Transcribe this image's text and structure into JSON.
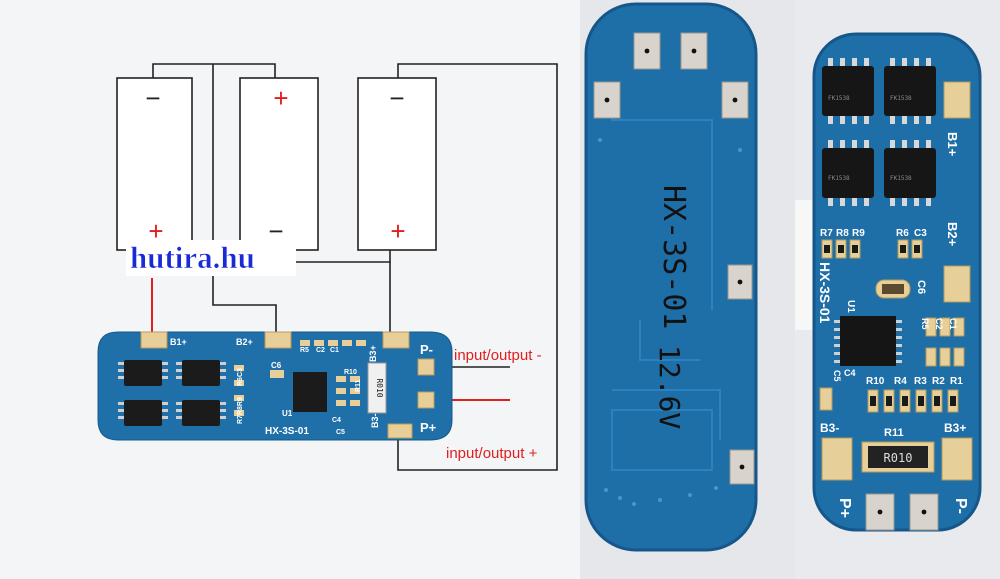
{
  "watermark": "hutira.hu",
  "diagram": {
    "cells": [
      {
        "top_sign": "−",
        "bottom_sign": "+"
      },
      {
        "top_sign": "+",
        "bottom_sign": "−"
      },
      {
        "top_sign": "−",
        "bottom_sign": "+"
      }
    ],
    "output_labels": {
      "minus": "input/output -",
      "plus": "input/output +"
    }
  },
  "small_board": {
    "pad_labels": {
      "b1": "B1+",
      "b2": "B2+",
      "b3_top": "B3+",
      "b3_bottom": "B3-",
      "p_minus": "P-",
      "p_plus": "P+"
    },
    "component_labels": {
      "c6": "C6",
      "u1": "U1",
      "r5": "R5",
      "r6c3": "R6C3",
      "r7r8r9": "R7R8R9",
      "r10": "R10",
      "r11": "R11",
      "c5": "C5",
      "c4": "C4",
      "c1": "C1",
      "c2": "C2"
    },
    "resistor_code": "R010",
    "model": "HX-3S-01"
  },
  "back_board": {
    "model": "HX-3S-01",
    "voltage": "12.6V"
  },
  "front_board": {
    "pad_labels": {
      "b1": "B1+",
      "b2": "B2+",
      "b3_left": "B3-",
      "b3_right": "B3+",
      "p_plus": "P+",
      "p_minus": "P-"
    },
    "component_labels": {
      "r7": "R7",
      "r8": "R8",
      "r9": "R9",
      "r6": "R6",
      "c3": "C3",
      "c6": "C6",
      "u1": "U1",
      "r5": "R5",
      "c2": "C2",
      "c1": "C1",
      "c4": "C4",
      "c5": "C5",
      "r10": "R10",
      "r4": "R4",
      "r3": "R3",
      "r2": "R2",
      "r1": "R1",
      "r11": "R11"
    },
    "resistor_code": "R010",
    "model": "HX-3S-01",
    "mosfet_markings": [
      "FK1538",
      "FK1538",
      "FK1538",
      "FK1538"
    ]
  },
  "colors": {
    "pcb": "#1f6fa8",
    "pcb_dark": "#175a8c",
    "silk": "#ffffff",
    "wire": "#222222",
    "red": "#e02020",
    "pad": "#e8cf9a",
    "watermark": "#1a2bd6"
  }
}
